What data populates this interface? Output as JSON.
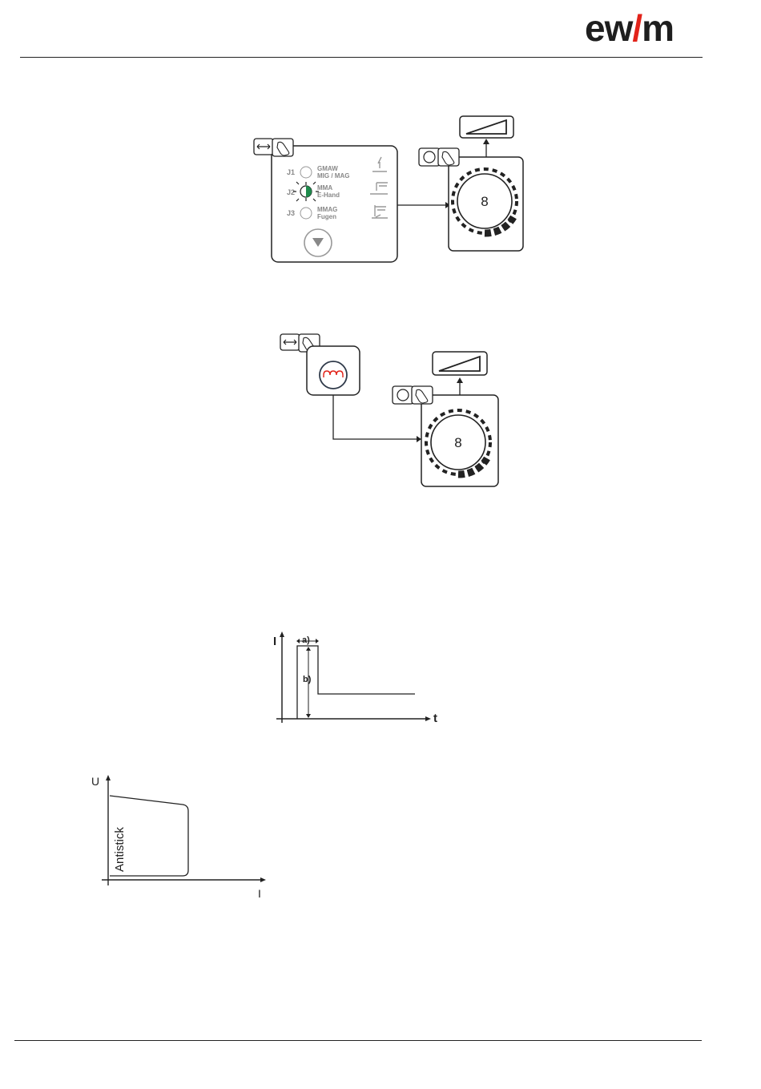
{
  "header": {
    "logo_left": "ew",
    "logo_right": "m",
    "accent_color": "#e2231a"
  },
  "figure1": {
    "jobs": [
      {
        "id": "J1",
        "line1": "GMAW",
        "line2": "MIG / MAG",
        "active": false
      },
      {
        "id": "J2",
        "line1": "MMA",
        "line2": "E-Hand",
        "active": true
      },
      {
        "id": "J3",
        "line1": "MMAG",
        "line2": "Fugen",
        "active": false
      }
    ],
    "knob_symbol": "8",
    "icons": [
      "arrow-swap-icon",
      "hand-press-icon",
      "down-arrow-button-icon",
      "ramp-display-icon",
      "knob-icon"
    ]
  },
  "figure2": {
    "knob_symbol": "8",
    "icons": [
      "arrow-swap-icon",
      "hand-press-icon",
      "hotstart-coil-icon",
      "ramp-display-icon",
      "knob-icon"
    ]
  },
  "hotstart_graph": {
    "y_label": "I",
    "x_label": "t",
    "label_a": "a)",
    "label_b": "b)"
  },
  "antistick_graph": {
    "y_label": "U",
    "x_label": "I",
    "region_label": "Antistick"
  }
}
